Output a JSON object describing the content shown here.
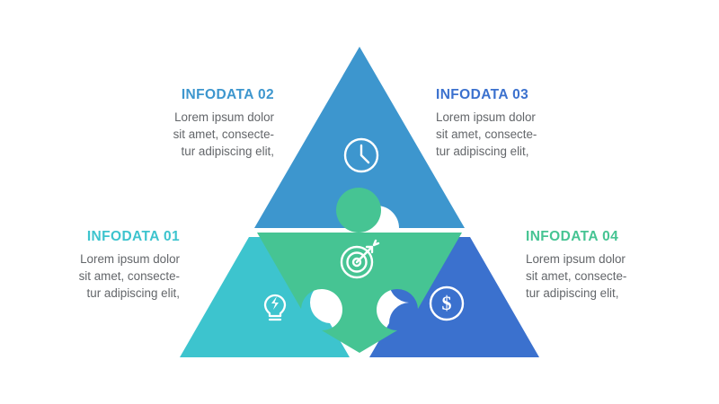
{
  "graphic": {
    "type": "triangle-puzzle-infographic",
    "background": "#ffffff",
    "segments": [
      {
        "id": "segment-01",
        "label": "INFODATA 01",
        "color": "#3DC4CE",
        "icon": "lightbulb-icon",
        "position": "bottom-left"
      },
      {
        "id": "segment-02",
        "label": "INFODATA 02",
        "color": "#3D96CE",
        "icon": "clock-icon",
        "position": "top"
      },
      {
        "id": "segment-03",
        "label": "INFODATA 03",
        "color": "#3D96CE",
        "icon": "clock-icon",
        "position": "top"
      },
      {
        "id": "segment-center",
        "label": "",
        "color": "#46C493",
        "icon": "target-icon",
        "position": "center"
      },
      {
        "id": "segment-04",
        "label": "INFODATA 04",
        "color": "#3B71CE",
        "icon": "dollar-icon",
        "position": "bottom-right"
      }
    ]
  },
  "blocks": [
    {
      "title": "INFODATA 01",
      "title_color": "#3DC4CE",
      "body": "Lorem ipsum dolor\nsit amet, consecte-\ntur adipiscing elit,",
      "body_color": "#63666a",
      "align": "right"
    },
    {
      "title": "INFODATA 02",
      "title_color": "#3D96CE",
      "body": "Lorem ipsum dolor\nsit amet, consecte-\ntur adipiscing elit,",
      "body_color": "#63666a",
      "align": "right"
    },
    {
      "title": "INFODATA 03",
      "title_color": "#3B71CE",
      "body": "Lorem ipsum dolor\nsit amet, consecte-\ntur adipiscing elit,",
      "body_color": "#63666a",
      "align": "left"
    },
    {
      "title": "INFODATA 04",
      "title_color": "#46C493",
      "body": "Lorem ipsum dolor\nsit amet, consecte-\ntur adipiscing elit,",
      "body_color": "#63666a",
      "align": "left"
    }
  ]
}
